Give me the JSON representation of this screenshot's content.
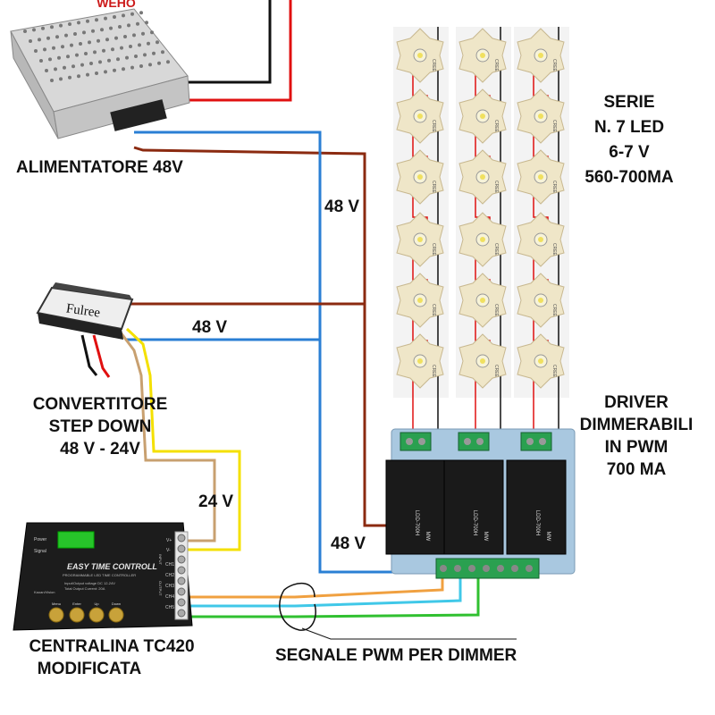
{
  "labels": {
    "psu_brand": "WEHO",
    "psu": "ALIMENTATORE 48V",
    "series_line1": "SERIE",
    "series_line2": "N. 7 LED",
    "series_line3": "6-7 V",
    "series_line4": "560-700MA",
    "wire_48v_top": "48 V",
    "wire_48v_mid": "48 V",
    "wire_48v_low": "48 V",
    "wire_24v": "24 V",
    "converter_brand": "Fulree",
    "converter_line1": "CONVERTITORE",
    "converter_line2": "STEP DOWN",
    "converter_line3": "48 V - 24V",
    "driver_line1": "DRIVER",
    "driver_line2": "DIMMERABILI",
    "driver_line3": "IN PWM",
    "driver_line4": "700 MA",
    "controller_line1": "CENTRALINA TC420",
    "controller_line2": "MODIFICATA",
    "pwm_signal": "SEGNALE  PWM PER DIMMER",
    "controller_title": "EASY TIME CONTROLL",
    "controller_sub": "PROGRAMMABLE LED TIME CONTROLLER",
    "controller_spec1": "Input/Output voltage DC 12-24V",
    "controller_spec2": "Total Output Current: 20A",
    "controller_brand": "Kaoan/Vision",
    "controller_power": "Power",
    "controller_signal": "Signal",
    "controller_input": "INPUT",
    "controller_output": "OUTPUT",
    "controller_pin_vplus": "V+",
    "controller_pin_vminus": "V-",
    "controller_pin_ch1": "CH1",
    "controller_pin_ch2": "CH2",
    "controller_pin_ch3": "CH3",
    "controller_pin_ch4": "CH4",
    "controller_pin_ch5": "CH5",
    "btn_menu": "Menu",
    "btn_enter": "Enter",
    "btn_up": "Up",
    "btn_down": "Down",
    "driver_model": "LDD-700H",
    "driver_maker": "MW",
    "led_text": "CREE"
  },
  "colors": {
    "wire_brown": "#8b2a10",
    "wire_blue": "#2a7fd4",
    "wire_red": "#e01010",
    "wire_black": "#111111",
    "wire_yellow": "#f4e000",
    "wire_tan": "#c8a070",
    "wire_orange": "#f0a040",
    "wire_cyan": "#40c8e8",
    "wire_green": "#30c030",
    "led_board": "#efe6c8",
    "driver_pcb": "#a9c8e0",
    "driver_module": "#1a1a1a",
    "terminal_green": "#2aa050"
  },
  "icons": {
    "psu": "power-supply-icon",
    "converter": "step-down-converter-icon",
    "led": "star-led-icon",
    "driver": "ldd-driver-icon",
    "controller": "tc420-controller-icon"
  }
}
